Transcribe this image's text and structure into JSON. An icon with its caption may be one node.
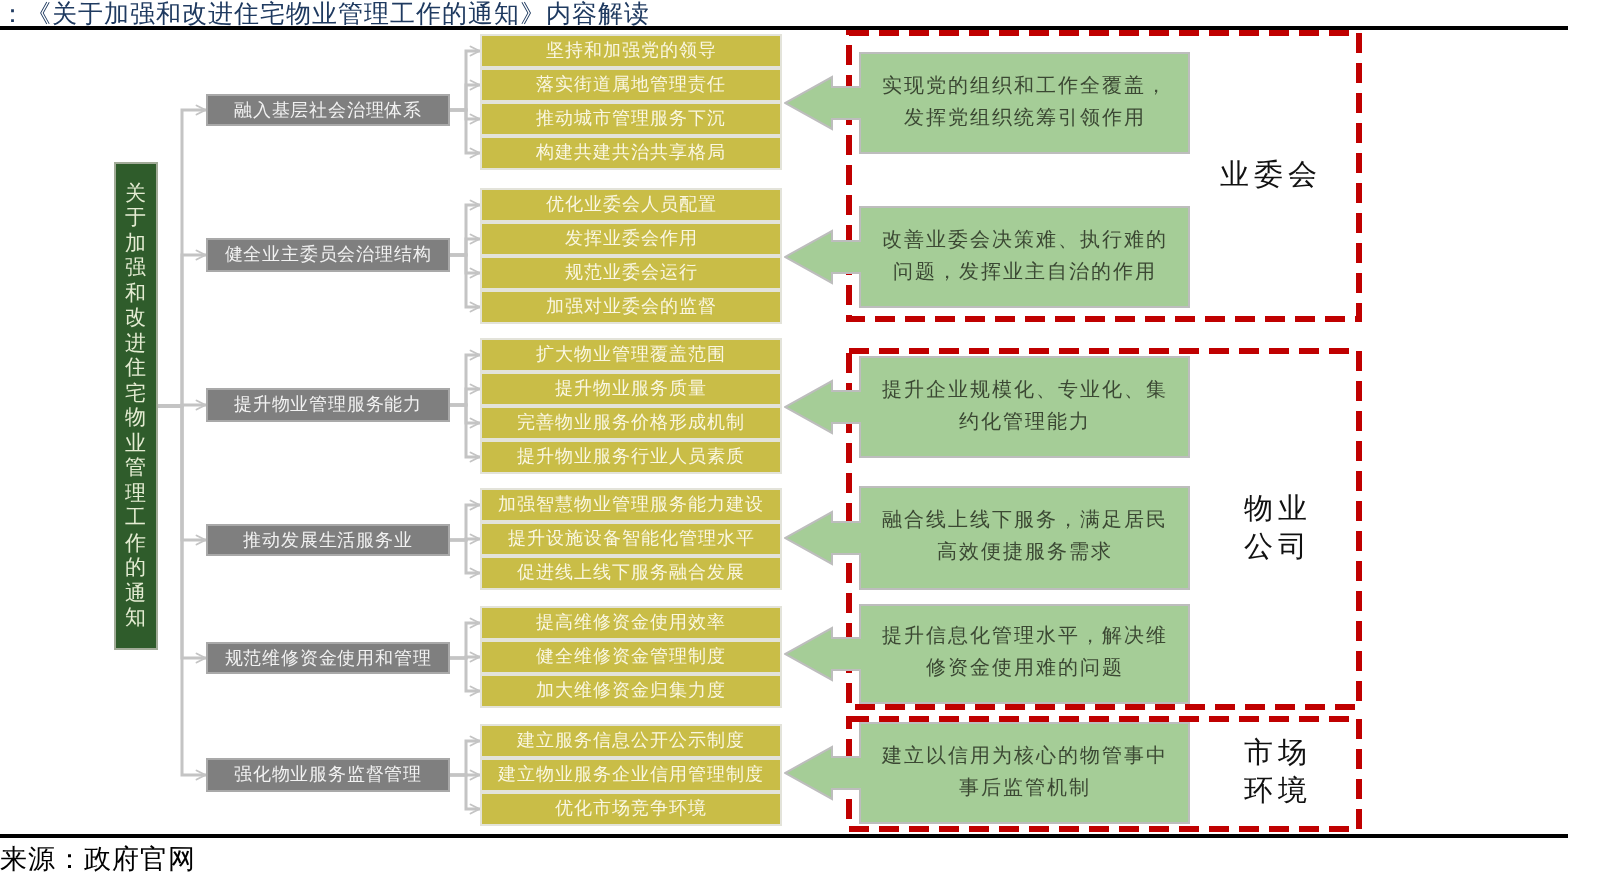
{
  "diagram": {
    "title": "：《关于加强和改进住宅物业管理工作的通知》内容解读",
    "nodes": [
      {
        "text": [
          "关于加强和改进住宅物业管理工作的通知"
        ]
      },
      {
        "text": [
          "融入基层社会治理体系"
        ]
      },
      {
        "text": [
          "健全业主委员会治理结构"
        ]
      },
      {
        "text": [
          "提升物业管理服务能力"
        ]
      },
      {
        "text": [
          "推动发展生活服务业"
        ]
      },
      {
        "text": [
          "规范维修资金使用和管理"
        ]
      },
      {
        "text": [
          "强化物业服务监督管理"
        ]
      },
      {
        "text": [
          "坚持和加强党的领导"
        ]
      },
      {
        "text": [
          "落实街道属地管理责任"
        ]
      },
      {
        "text": [
          "推动城市管理服务下沉"
        ]
      },
      {
        "text": [
          "构建共建共治共享格局"
        ]
      },
      {
        "text": [
          "优化业委会人员配置"
        ]
      },
      {
        "text": [
          "发挥业委会作用"
        ]
      },
      {
        "text": [
          "规范业委会运行"
        ]
      },
      {
        "text": [
          "加强对业委会的监督"
        ]
      },
      {
        "text": [
          "扩大物业管理覆盖范围"
        ]
      },
      {
        "text": [
          "提升物业服务质量"
        ]
      },
      {
        "text": [
          "完善物业服务价格形成机制"
        ]
      },
      {
        "text": [
          "提升物业服务行业人员素质"
        ]
      },
      {
        "text": [
          "加强智慧物业管理服务能力建设"
        ]
      },
      {
        "text": [
          "提升设施设备智能化管理水平"
        ]
      },
      {
        "text": [
          "促进线上线下服务融合发展"
        ]
      },
      {
        "text": [
          "提高维修资金使用效率"
        ]
      },
      {
        "text": [
          "健全维修资金管理制度"
        ]
      },
      {
        "text": [
          "加大维修资金归集力度"
        ]
      },
      {
        "text": [
          "建立服务信息公开公示制度"
        ]
      },
      {
        "text": [
          "建立物业服务企业信用管理制度"
        ]
      },
      {
        "text": [
          "优化市场竞争环境"
        ]
      },
      {
        "text": [
          "实现党的组织和工作全覆盖，发挥党组织统筹引领作用"
        ]
      },
      {
        "text": [
          "改善业委会决策难、执行难的问题，发挥业主自治的作用"
        ]
      },
      {
        "text": [
          "提升企业规模化、专业化、集约化管理能力"
        ]
      },
      {
        "text": [
          "融合线上线下服务，满足居民高效便捷服务需求"
        ]
      },
      {
        "text": [
          "提升信息化管理水平，解决维修资金使用难的问题"
        ]
      },
      {
        "text": [
          "建立以信用为核心的物管事中事后监管机制"
        ]
      },
      {
        "text": [
          "业委会"
        ]
      },
      {
        "text": [
          "物业公司"
        ]
      },
      {
        "text": [
          "市场环境"
        ]
      }
    ],
    "edges": [
      {
        "from": 0,
        "to": 1,
        "arrow": "to"
      },
      {
        "from": 0,
        "to": 2,
        "arrow": "to"
      },
      {
        "from": 0,
        "to": 3,
        "arrow": "to"
      },
      {
        "from": 0,
        "to": 4,
        "arrow": "to"
      },
      {
        "from": 0,
        "to": 5,
        "arrow": "to"
      },
      {
        "from": 0,
        "to": 6,
        "arrow": "to"
      },
      {
        "from": 1,
        "to": 7,
        "arrow": "to"
      },
      {
        "from": 1,
        "to": 8,
        "arrow": "to"
      },
      {
        "from": 1,
        "to": 9,
        "arrow": "to"
      },
      {
        "from": 1,
        "to": 10,
        "arrow": "to"
      },
      {
        "from": 2,
        "to": 11,
        "arrow": "to"
      },
      {
        "from": 2,
        "to": 12,
        "arrow": "to"
      },
      {
        "from": 2,
        "to": 13,
        "arrow": "to"
      },
      {
        "from": 2,
        "to": 14,
        "arrow": "to"
      },
      {
        "from": 3,
        "to": 15,
        "arrow": "to"
      },
      {
        "from": 3,
        "to": 16,
        "arrow": "to"
      },
      {
        "from": 3,
        "to": 17,
        "arrow": "to"
      },
      {
        "from": 3,
        "to": 18,
        "arrow": "to"
      },
      {
        "from": 4,
        "to": 19,
        "arrow": "to"
      },
      {
        "from": 4,
        "to": 20,
        "arrow": "to"
      },
      {
        "from": 4,
        "to": 21,
        "arrow": "to"
      },
      {
        "from": 5,
        "to": 22,
        "arrow": "to"
      },
      {
        "from": 5,
        "to": 23,
        "arrow": "to"
      },
      {
        "from": 5,
        "to": 24,
        "arrow": "to"
      },
      {
        "from": 6,
        "to": 25,
        "arrow": "to"
      },
      {
        "from": 6,
        "to": 26,
        "arrow": "to"
      },
      {
        "from": 6,
        "to": 27,
        "arrow": "to"
      }
    ],
    "labels": [
      "来源：政府官网"
    ]
  }
}
